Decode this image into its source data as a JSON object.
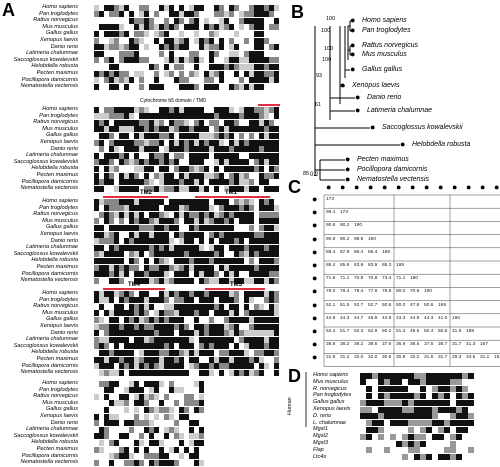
{
  "panels": {
    "A": "A",
    "B": "B",
    "C": "C",
    "D": "D"
  },
  "alignment_species": [
    "Homo sapiens",
    "Pan troglodytes",
    "Rattus norvegicus",
    "Mus musculus",
    "Gallus gallus",
    "Xenopus laevis",
    "Danio rerio",
    "Latimeria chalumnae",
    "Saccoglossus kowalevskii",
    "Helobdella robusta",
    "Pecten maximus",
    "Pocillopora damicornis",
    "Nematostella vectensis"
  ],
  "block_labels": {
    "b2_top": "Cytochrome b5 domain / TM0",
    "tm1": "TM2",
    "tm2": "TM1",
    "tm3": "TM4",
    "tm4": "TM5"
  },
  "tree": {
    "scale": "0.2",
    "taxa": [
      "Homo sapiens",
      "Pan troglodytes",
      "Rattus norvegicus",
      "Mus musculus",
      "Gallus gallus",
      "Xenopus laevis",
      "Danio rerio",
      "Latimeria chalumnae",
      "Saccoglossus kowalevskii",
      "Helobdella robusta",
      "Pecten maximus",
      "Pocillopora damicornis",
      "Nematostella vectensis"
    ],
    "bootstraps": [
      "100",
      "100",
      "100",
      "100",
      "93",
      "61",
      "85"
    ]
  },
  "matrix": {
    "rows": [
      [
        "173"
      ],
      [
        "99.4",
        "173"
      ],
      [
        "90.8",
        "90.2",
        "190"
      ],
      [
        "90.8",
        "90.2",
        "98.9",
        "190"
      ],
      [
        "88.4",
        "87.9",
        "86.4",
        "86.4",
        "189"
      ],
      [
        "86.4",
        "85.6",
        "83.9",
        "83.9",
        "86.3",
        "189"
      ],
      [
        "71.6",
        "71.1",
        "70.8",
        "70.8",
        "73.4",
        "71.1",
        "190"
      ],
      [
        "79.0",
        "78.4",
        "78.4",
        "77.8",
        "78.8",
        "80.0",
        "70.9",
        "190"
      ],
      [
        "52.1",
        "51.5",
        "52.7",
        "52.7",
        "50.6",
        "50.0",
        "47.8",
        "50.6",
        "169"
      ],
      [
        "44.9",
        "44.3",
        "44.7",
        "45.6",
        "43.9",
        "43.3",
        "44.9",
        "44.3",
        "41.0",
        "190"
      ],
      [
        "52.4",
        "51.7",
        "52.3",
        "52.9",
        "50.2",
        "51.3",
        "49.5",
        "50.4",
        "50.6",
        "41.9",
        "188"
      ],
      [
        "38.8",
        "38.2",
        "39.2",
        "38.6",
        "37.6",
        "36.9",
        "36.5",
        "37.6",
        "36.7",
        "31.7",
        "41.3",
        "167"
      ],
      [
        "31.8",
        "31.2",
        "32.0",
        "32.0",
        "30.6",
        "30.8",
        "32.2",
        "31.5",
        "31.7",
        "29.3",
        "34.6",
        "31.1",
        "161"
      ]
    ]
  },
  "panel_d": {
    "side_label": "Human",
    "species": [
      "Homo sapiens",
      "Mus musculus",
      "R. norvegicus",
      "Pan troglodytes",
      "Gallus gallus",
      "Xenopus laevis",
      "D. rerio",
      "L. chalumnae",
      "Mgst1",
      "Mgst2",
      "Mgst3",
      "Flap",
      "Ltc4s"
    ]
  }
}
